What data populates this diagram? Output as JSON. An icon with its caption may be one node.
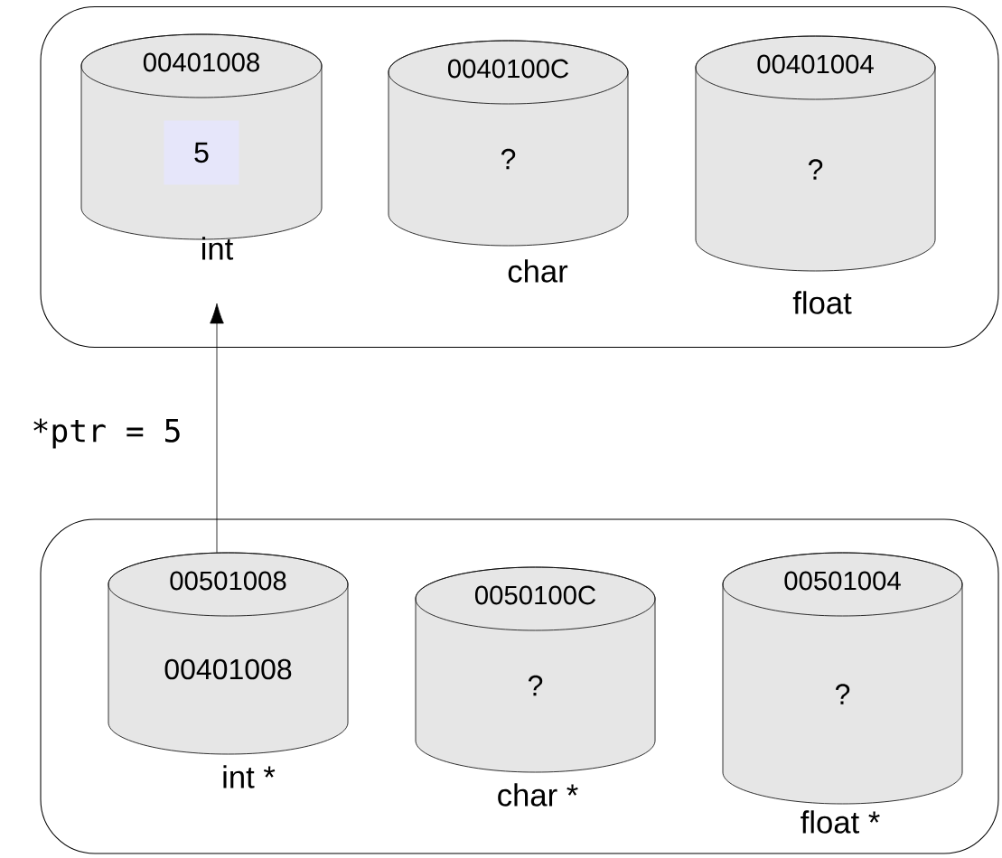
{
  "diagram": {
    "nodes": [
      {
        "text": [],
        "shape": "box"
      },
      {
        "text": [
          "00401008",
          "5",
          "int"
        ],
        "in": 0
      },
      {
        "text": [
          "0040100C",
          "?",
          "char"
        ],
        "in": 0
      },
      {
        "text": [
          "00401004",
          "?",
          "float"
        ],
        "in": 0
      },
      {
        "text": [],
        "shape": "box"
      },
      {
        "text": [
          "00501008",
          "00401008",
          "int *"
        ],
        "in": 4
      },
      {
        "text": [
          "0050100C",
          "?",
          "char *"
        ],
        "in": 4
      },
      {
        "text": [
          "00501004",
          "?",
          "float *"
        ],
        "in": 4
      }
    ],
    "edges": [
      {
        "from": 5,
        "to": 1,
        "arrow": "to",
        "label": "*ptr = 5"
      }
    ]
  }
}
